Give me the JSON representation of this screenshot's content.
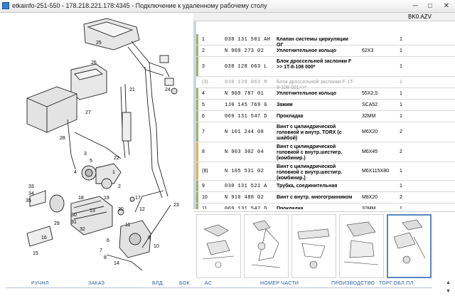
{
  "window": {
    "title": "etkainfo-251-550 - 178.218.221.178:4345 - Подключение к удаленному рабочему столу",
    "minimize_glyph": "─",
    "maximize_glyph": "□",
    "close_glyph": "✕"
  },
  "parts": {
    "header_code": "BK0.AZV",
    "rows": [
      {
        "pos": "1",
        "number": "038 131 501 AH",
        "desc": "Клапан системы циркуляции ОГ",
        "spec": "",
        "qty": "1",
        "mark": "green",
        "muted": false
      },
      {
        "pos": "2",
        "number": "N  909 273 02",
        "desc": "Уплотнительное кольцо",
        "spec": "62X3",
        "qty": "1",
        "mark": "green",
        "muted": false
      },
      {
        "pos": "3",
        "number": "038 128 063 L",
        "desc": "Блок дроссельной заслонки F          >> 1T-8-108 000*",
        "spec": "",
        "qty": "1",
        "mark": "green",
        "muted": false
      },
      {
        "pos": "(3)",
        "number": "038 128 063 M",
        "desc": "Блок дроссельной заслонки F 1T-8-108 001>>*",
        "spec": "",
        "qty": "1",
        "mark": "none",
        "muted": true
      },
      {
        "pos": "4",
        "number": "N  909 787 01",
        "desc": "Уплотнительное кольцо",
        "spec": "55X2,5",
        "qty": "1",
        "mark": "green",
        "muted": false
      },
      {
        "pos": "5",
        "number": "1J0 145 769 G",
        "desc": "Зажим",
        "spec": "SCA52",
        "qty": "1",
        "mark": "green",
        "muted": false
      },
      {
        "pos": "6",
        "number": "069 131 547 D",
        "desc": "Прокладка",
        "spec": "32MM",
        "qty": "1",
        "mark": "green",
        "muted": false
      },
      {
        "pos": "7",
        "number": "N  101 244 08",
        "desc": "Винт с цилиндрической головкой и внутр. TORX (с шайбой)",
        "spec": "M6X20",
        "qty": "2",
        "mark": "green",
        "muted": false
      },
      {
        "pos": "8",
        "number": "N  903 302 04",
        "desc": "Винт с цилиндрической головкой с внутр.шестигр. (комбинир.)",
        "spec": "M6X45",
        "qty": "2",
        "mark": "orange",
        "muted": false
      },
      {
        "pos": "(8)",
        "number": "N  105 531 02",
        "desc": "Винт с цилиндрической головкой с внутр.шестигр. (комбинир.)",
        "spec": "M6X115X80",
        "qty": "1",
        "mark": "orange",
        "muted": false
      },
      {
        "pos": "9",
        "number": "030 131 521 A",
        "desc": "Трубка, соединительная",
        "spec": "",
        "qty": "1",
        "mark": "green",
        "muted": false
      },
      {
        "pos": "10",
        "number": "N  910 488 02",
        "desc": "Винт с внутр. многогранником",
        "spec": "M8X20",
        "qty": "2",
        "mark": "green",
        "muted": false
      },
      {
        "pos": "11",
        "number": "069 131 547 D",
        "desc": "Прокладка",
        "spec": "32MM",
        "qty": "1",
        "mark": "green",
        "muted": false
      }
    ]
  },
  "diagram": {
    "callouts": [
      "1",
      "2",
      "3",
      "4",
      "5",
      "6",
      "7",
      "8",
      "9",
      "10",
      "11",
      "12",
      "13",
      "14",
      "15",
      "16",
      "17",
      "18",
      "19",
      "20",
      "21",
      "22",
      "23",
      "24",
      "25",
      "26",
      "27",
      "28",
      "29",
      "30",
      "31",
      "32",
      "33",
      "34",
      "35"
    ]
  },
  "bottom": {
    "labels": [
      "РУЧНЛ.",
      "ЗАКАЗ",
      "БЛД.",
      "БОК",
      "АС",
      "НОМЕР ЧАСТИ",
      "ПРОИЗВОДСТВО",
      "ТОРГ.ОБЛ.ПЛ"
    ]
  },
  "colors": {
    "row_mark_green": "#9bb26b",
    "row_mark_orange": "#e2b34a",
    "thumb_selected": "#5b86c4"
  }
}
